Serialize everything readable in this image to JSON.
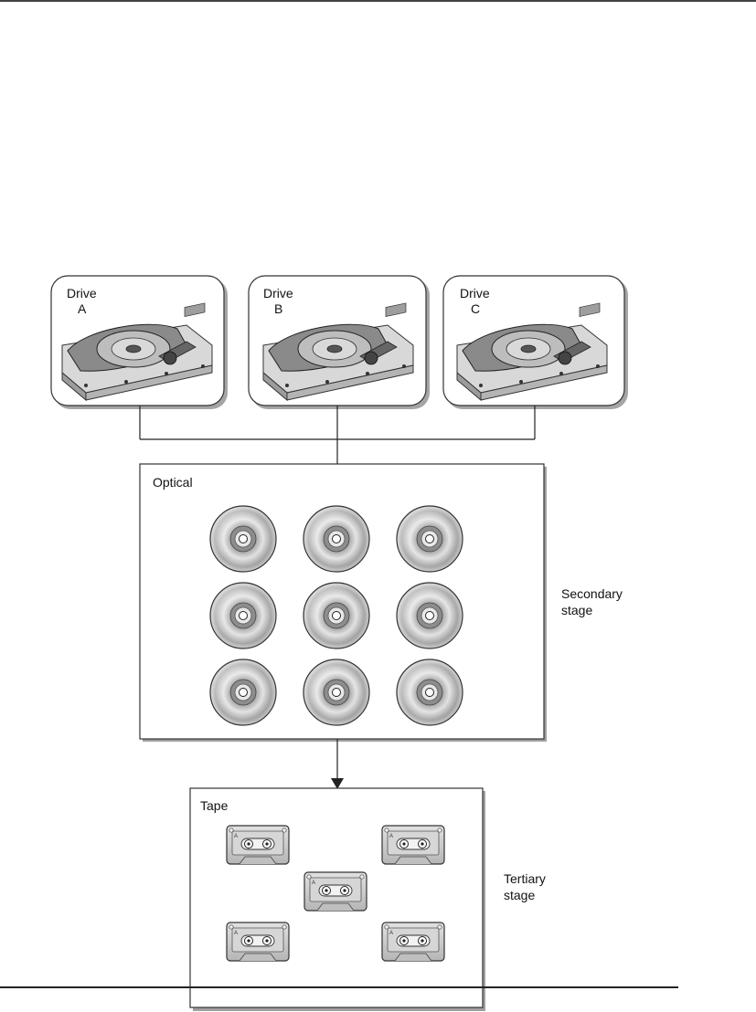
{
  "drives": [
    {
      "title": "Drive",
      "letter": "A"
    },
    {
      "title": "Drive",
      "letter": "B"
    },
    {
      "title": "Drive",
      "letter": "C"
    }
  ],
  "optical": {
    "title": "Optical",
    "disc_count": 9
  },
  "tape": {
    "title": "Tape",
    "cassette_count": 5,
    "cassette_mark": "A"
  },
  "stages": {
    "secondary": [
      "Secondary",
      "stage"
    ],
    "tertiary": [
      "Tertiary",
      "stage"
    ]
  },
  "icons": [
    "hard-drive-icon",
    "optical-disc-icon",
    "tape-cassette-icon",
    "arrow-down-icon"
  ],
  "colors": {
    "frame": "#333333",
    "shadow": "#9a9a9a",
    "disc": "#c8c8c8",
    "tape": "#cfcfcf"
  }
}
